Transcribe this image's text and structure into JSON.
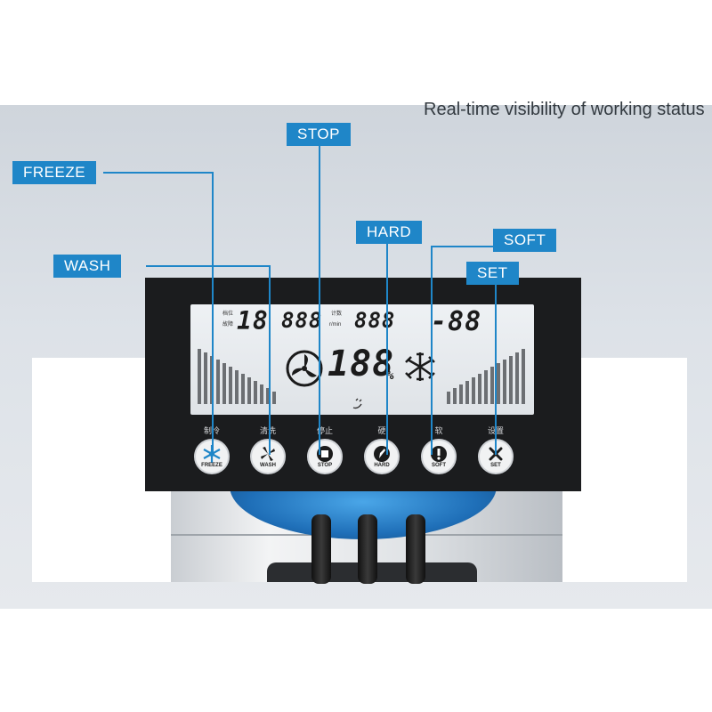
{
  "headline": "Real-time visibility of working status",
  "callouts": {
    "freeze": "FREEZE",
    "wash": "WASH",
    "stop": "STOP",
    "hard": "HARD",
    "soft": "SOFT",
    "set": "SET"
  },
  "lcd": {
    "label_gear": "档位",
    "label_fault": "故障",
    "digit_gear": "18",
    "digit_count": "888",
    "label_count": "计数",
    "label_rpm": "r/min",
    "digit_rpm": "888",
    "digit_right": "-88",
    "digit_center": "188",
    "percent": "%"
  },
  "buttons": [
    {
      "cn": "制冷",
      "en": "FREEZE",
      "icon": "snowflake-icon"
    },
    {
      "cn": "清洗",
      "en": "WASH",
      "icon": "fan-icon"
    },
    {
      "cn": "停止",
      "en": "STOP",
      "icon": "stop-square-icon"
    },
    {
      "cn": "硬",
      "en": "HARD",
      "icon": "pencil-icon"
    },
    {
      "cn": "软",
      "en": "SOFT",
      "icon": "exclamation-icon"
    },
    {
      "cn": "设置",
      "en": "SET",
      "icon": "tools-icon"
    }
  ],
  "colors": {
    "callout": "#1f86c8",
    "panel": "#1b1c1e",
    "lcd": "#e6e9ec"
  }
}
